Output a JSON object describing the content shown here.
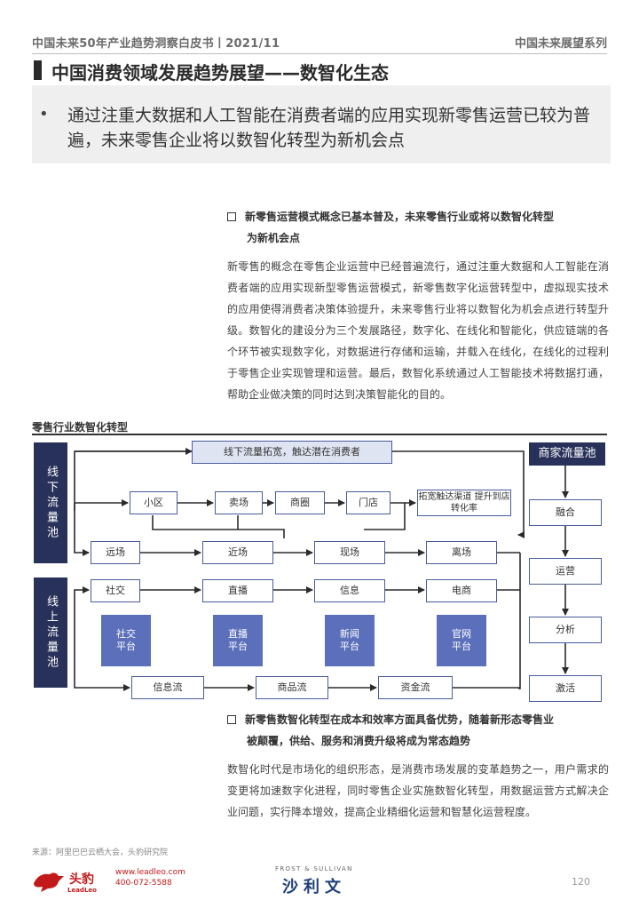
{
  "header": {
    "left": "中国未来50年产业趋势洞察白皮书丨2021/11",
    "right": "中国未来展望系列"
  },
  "title": "中国消费领域发展趋势展望——数智化生态",
  "summary": {
    "bullet": "•",
    "text": "通过注重大数据和人工智能在消费者端的应用实现新零售运营已较为普遍，未来零售企业将以数智化转型为新机会点"
  },
  "section1": {
    "heading_line1": "新零售运营模式概念已基本普及，未来零售行业或将以数智化转型",
    "heading_line2": "为新机会点",
    "paragraph": "新零售的概念在零售企业运营中已经普遍流行，通过注重大数据和人工智能在消费者端的应用实现新型零售运营模式，新零售数字化运营转型中，虚拟现实技术的应用使得消费者决策体验提升，未来零售行业将以数智化为机会点进行转型升级。数智化的建设分为三个发展路径，数字化、在线化和智能化，供应链端的各个环节被实现数字化，对数据进行存储和运输，并载入在线化，在线化的过程利于零售企业实现管理和运营。最后，数智化系统通过人工智能技术将数据打通，帮助企业做决策的同时达到决策智能化的目的。"
  },
  "diagram": {
    "title": "零售行业数智化转型",
    "offline_pool": "线下流量池",
    "online_pool": "线上流量池",
    "merchant_pool": "商家流量池",
    "top_banner": "线下流量拓宽，触达潜在消费者",
    "row1": [
      "小区",
      "卖场",
      "商圈",
      "门店"
    ],
    "expand_box": "拓宽触达渠道 提升到店转化率",
    "row2": [
      "远场",
      "近场",
      "现场",
      "离场"
    ],
    "online_row": [
      "社交",
      "直播",
      "信息",
      "电商"
    ],
    "platforms": [
      "社交平台",
      "直播平台",
      "新闻平台",
      "官网平台"
    ],
    "flows": [
      "信息流",
      "商品流",
      "资金流"
    ],
    "merchant_steps": [
      "融合",
      "运营",
      "分析",
      "激活"
    ]
  },
  "section2": {
    "heading_line1": "新零售数智化转型在成本和效率方面具备优势，随着新形态零售业",
    "heading_line2": "被颠覆，供给、服务和消费升级将成为常态趋势",
    "paragraph": "数智化时代是市场化的组织形态，是消费市场发展的变革趋势之一，用户需求的变更将加速数字化进程，同时零售企业实施数智化转型，用数据运营方式解决企业问题，实行降本增效，提高企业精细化运营和智慧化运营程度。"
  },
  "footer": {
    "source": "来源：阿里巴巴云栖大会，头豹研究院",
    "lead_cn": "头豹",
    "lead_en": "LeadLeo",
    "site": "www.leadleo.com",
    "phone": "400-072-5588",
    "frost_sullivan": "FROST & SULLIVAN",
    "frost_cn": "沙利文",
    "page": "120"
  },
  "colors": {
    "box_solid": "#5b6fbb",
    "box_dark": "#28315a",
    "box_light": "#dfe4f2",
    "line": "#4a5c9c",
    "accent_red": "#c21a1a"
  }
}
